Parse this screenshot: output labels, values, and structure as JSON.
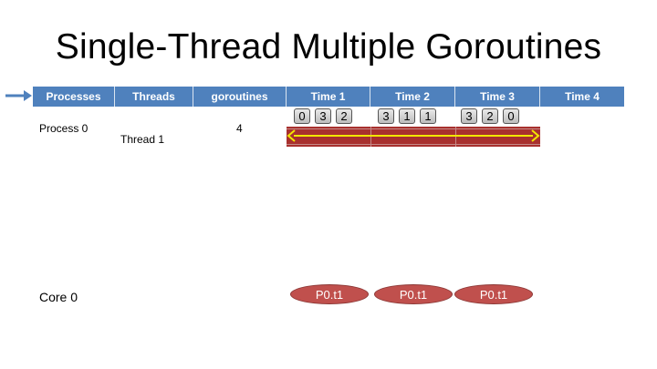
{
  "slide": {
    "title": "Single-Thread Multiple Goroutines",
    "header_columns": [
      "Processes",
      "Threads",
      "goroutines",
      "Time  1",
      "Time 2",
      "Time 3",
      "Time 4"
    ],
    "process_label": "Process 0",
    "thread_label": "Thread 1",
    "goroutine_count": "4",
    "time_tokens": [
      [
        "0",
        "3",
        "2"
      ],
      [
        "3",
        "1",
        "1"
      ],
      [
        "3",
        "2",
        "0"
      ]
    ],
    "core_label": "Core 0",
    "core_slots": [
      "P0.t1",
      "P0.t1",
      "P0.t1"
    ],
    "colors": {
      "header_bg": "#4f81bd",
      "timeline_bar": "#a8302e",
      "arrow_yellow": "#f2e600",
      "core_pill": "#c0504d"
    }
  }
}
